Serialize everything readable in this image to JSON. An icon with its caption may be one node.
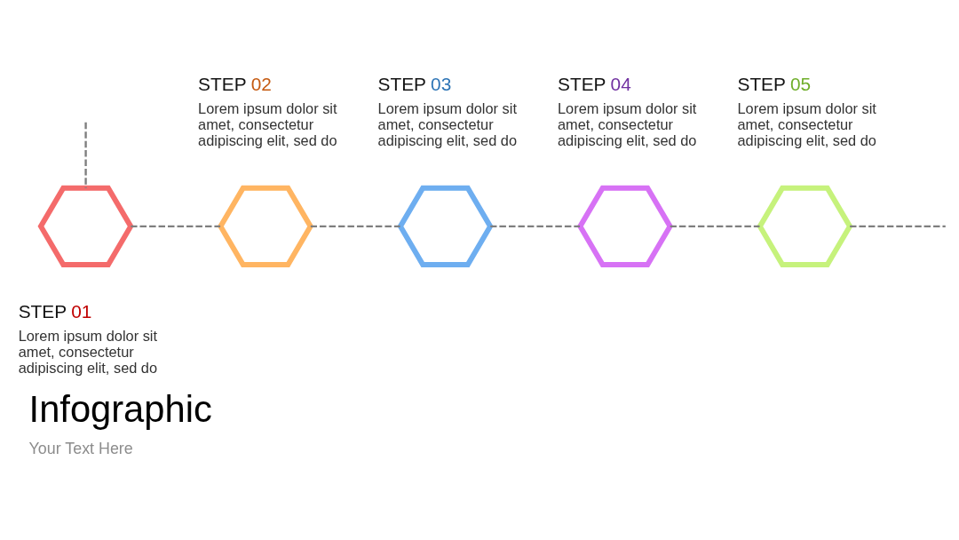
{
  "diagram": {
    "title": "Infographic",
    "caption": "Your Text Here",
    "nodes": [
      {
        "text": [],
        "shape": "hexagon",
        "beside": [
          "STEP 01",
          "Lorem ipsum dolor sit amet, consectetur adipiscing elit, sed do"
        ]
      },
      {
        "text": [],
        "shape": "hexagon",
        "beside": [
          "STEP 02",
          "Lorem ipsum dolor sit amet, consectetur adipiscing elit, sed do"
        ]
      },
      {
        "text": [],
        "shape": "hexagon",
        "beside": [
          "STEP 03",
          "Lorem ipsum dolor sit amet, consectetur adipiscing elit, sed do"
        ]
      },
      {
        "text": [],
        "shape": "hexagon",
        "beside": [
          "STEP 04",
          "Lorem ipsum dolor sit amet, consectetur adipiscing elit, sed do"
        ]
      },
      {
        "text": [],
        "shape": "hexagon",
        "beside": [
          "STEP 05",
          "Lorem ipsum dolor sit amet, consectetur adipiscing elit, sed do"
        ]
      }
    ],
    "edges": [
      {
        "from": null,
        "to": 0,
        "arrow": "none",
        "style": "dashed"
      },
      {
        "from": 0,
        "to": 1,
        "arrow": "none",
        "style": "dashed"
      },
      {
        "from": 1,
        "to": 2,
        "arrow": "none",
        "style": "dashed"
      },
      {
        "from": 2,
        "to": 3,
        "arrow": "none",
        "style": "dashed"
      },
      {
        "from": 3,
        "to": 4,
        "arrow": "none",
        "style": "dashed"
      },
      {
        "from": 4,
        "to": null,
        "arrow": "none",
        "style": "dashed"
      }
    ]
  }
}
